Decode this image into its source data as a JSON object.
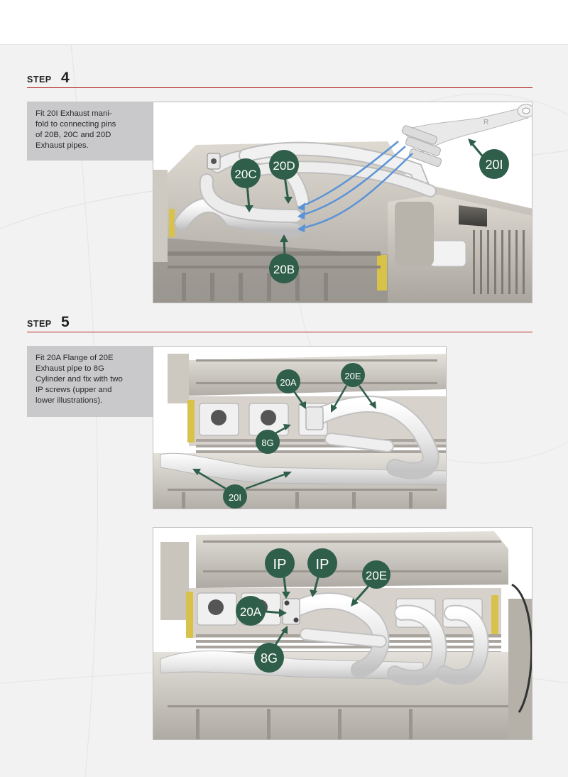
{
  "steps": [
    {
      "word": "STEP",
      "number": "4",
      "instruction": "Fit 20I Exhaust mani-\nfold to connecting pins\nof 20B, 20C and 20D\nExhaust pipes.",
      "callouts": [
        "20I",
        "20C",
        "20D",
        "20B"
      ],
      "part_letter": "R"
    },
    {
      "word": "STEP",
      "number": "5",
      "instruction": "Fit 20A Flange of 20E\nExhaust pipe to 8G\nCylinder and fix with two\nIP screws (upper and\nlower illustrations).",
      "upper_callouts": [
        "20A",
        "20E",
        "8G",
        "20I"
      ],
      "lower_callouts": [
        "IP",
        "IP",
        "20E",
        "20A",
        "8G"
      ]
    }
  ],
  "colors": {
    "accent_rule": "#b32a25",
    "callout_green": "#2f5e4a",
    "instruction_bg": "#c9c9cc",
    "arrow_blue": "#5b93d6"
  }
}
